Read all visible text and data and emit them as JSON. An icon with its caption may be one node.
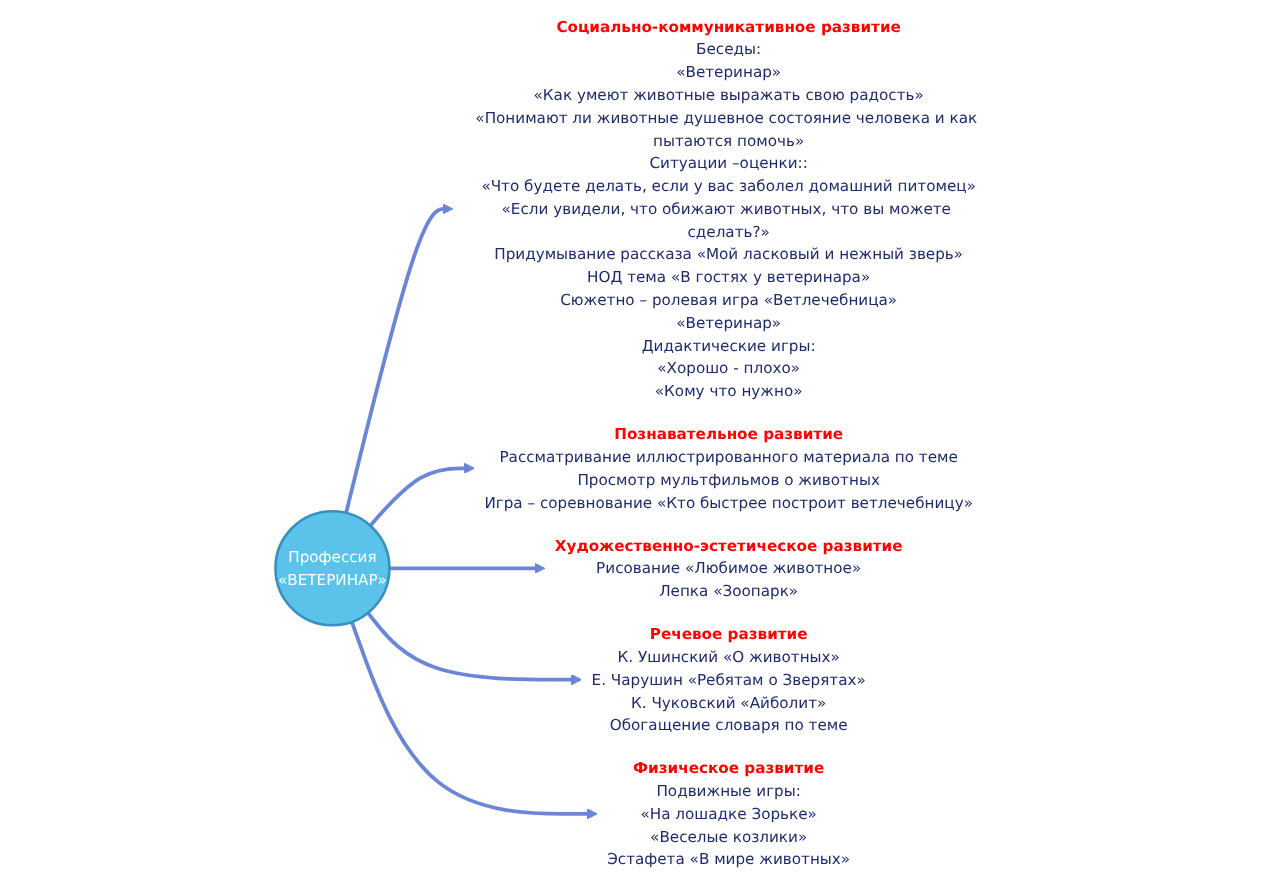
{
  "diagram": {
    "nodes": [
      {
        "text": [
          "Профессия",
          "«ВЕТЕРИНАР»"
        ]
      },
      {
        "text": [
          "Социально-коммуникативное развитие",
          "Беседы:",
          "«Ветеринар»",
          "«Как умеют животные выражать свою радость»",
          "«Понимают ли животные душевное состояние человека и как пытаются помочь»",
          "Ситуации –оценки::",
          "«Что будете делать, если у вас заболел домашний питомец»",
          "«Если увидели, что обижают животных, что вы можете сделать?»",
          "Придумывание рассказа «Мой ласковый и нежный зверь»",
          "НОД тема «В гостях у ветеринара»",
          "Сюжетно – ролевая игра «Ветлечебница»",
          "«Ветеринар»",
          "Дидактические игры:",
          "«Хорошо - плохо»",
          "«Кому что нужно»"
        ]
      },
      {
        "text": [
          "Познавательное развитие",
          "Рассматривание иллюстрированного материала по теме",
          "Просмотр мультфильмов о животных",
          "Игра – соревнование «Кто быстрее построит ветлечебницу»"
        ]
      },
      {
        "text": [
          "Художественно-эстетическое развитие",
          "Рисование «Любимое животное»",
          "Лепка «Зоопарк»"
        ]
      },
      {
        "text": [
          "Речевое развитие",
          "К. Ушинский «О животных»",
          "Е. Чарушин «Ребятам о Зверятах»",
          "К. Чуковский «Айболит»",
          "Обогащение словаря по теме"
        ]
      },
      {
        "text": [
          "Физическое развитие",
          "Подвижные игры:",
          "«На лошадке Зорьке»",
          "«Веселые козлики»",
          "Эстафета «В мире животных»"
        ]
      }
    ],
    "edges": [
      {
        "from": 0,
        "to": 1,
        "arrow": "to"
      },
      {
        "from": 0,
        "to": 2,
        "arrow": "to"
      },
      {
        "from": 0,
        "to": 3,
        "arrow": "to"
      },
      {
        "from": 0,
        "to": 4,
        "arrow": "to"
      },
      {
        "from": 0,
        "to": 5,
        "arrow": "to"
      }
    ]
  }
}
